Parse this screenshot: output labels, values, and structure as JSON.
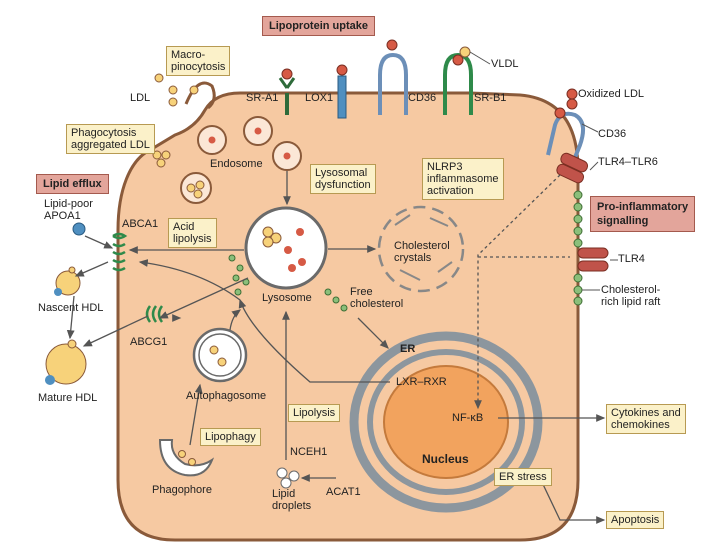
{
  "colors": {
    "cell_fill": "#f6c9a2",
    "cell_stroke": "#8a5a3a",
    "nucleus": "#f2a35e",
    "er": "#8c969e",
    "lipid_yellow": "#f7d27a",
    "red_ldl": "#d65a45",
    "green_raft": "#8bbf7a",
    "header": "#e3a59b",
    "label_box": "#fbf1c9"
  },
  "headers": {
    "uptake": "Lipoprotein uptake",
    "efflux": "Lipid efflux",
    "proinflammatory": "Pro-inflammatory\nsignalling"
  },
  "boxes": {
    "macropinocytosis": "Macro-\npinocytosis",
    "phagocytosis": "Phagocytosis\naggregated LDL",
    "lysosomal_dysfunction": "Lysosomal\ndysfunction",
    "nlrp3": "NLRP3\ninflammasome\nactivation",
    "acid_lipolysis": "Acid\nlipolysis",
    "lipolysis": "Lipolysis",
    "lipophagy": "Lipophagy",
    "er_stress": "ER stress",
    "cytokines": "Cytokines and\nchemokines",
    "apoptosis": "Apoptosis"
  },
  "labels": {
    "ldl": "LDL",
    "sr_a1": "SR-A1",
    "lox1": "LOX1",
    "cd36_top": "CD36",
    "sr_b1": "SR-B1",
    "vldl": "VLDL",
    "oxidized_ldl": "Oxidized LDL",
    "cd36_right": "CD36",
    "tlr4_tlr6": "TLR4–TLR6",
    "tlr4": "TLR4",
    "raft": "Cholesterol-\nrich lipid raft",
    "endosome": "Endosome",
    "lysosome": "Lysosome",
    "cholesterol_crystals": "Cholesterol\ncrystals",
    "free_cholesterol": "Free\ncholesterol",
    "lipid_poor_apoa1": "Lipid-poor\nAPOA1",
    "abca1": "ABCA1",
    "nascent_hdl": "Nascent HDL",
    "abcg1": "ABCG1",
    "mature_hdl": "Mature HDL",
    "autophagosome": "Autophagosome",
    "phagophore": "Phagophore",
    "nceh1": "NCEH1",
    "acat1": "ACAT1",
    "lipid_droplets": "Lipid\ndroplets",
    "er": "ER",
    "lxr_rxr": "LXR–RXR",
    "nf_kb": "NF-κB",
    "nucleus": "Nucleus"
  }
}
